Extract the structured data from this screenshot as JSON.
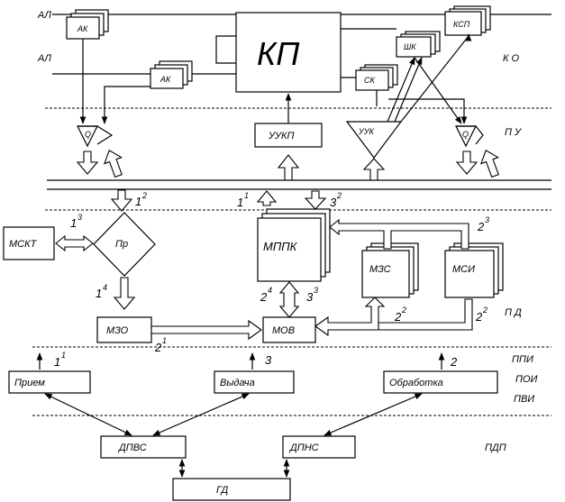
{
  "lines_left": {
    "al1": "АЛ",
    "al2": "АЛ"
  },
  "blocks": {
    "ak1": "АК",
    "ak2": "АК",
    "kp": "КП",
    "ksp": "КСП",
    "shk": "ШК",
    "sk": "СК",
    "uukp": "УУКП",
    "uuk": "УУК",
    "q_left": "Q",
    "q_right": "Q",
    "pr": "Пр",
    "mskt": "МСКТ",
    "mppk": "МППК",
    "mzs": "МЗС",
    "msi": "МСИ",
    "mzo": "МЗО",
    "mov": "МОВ",
    "priem": "Прием",
    "vydacha": "Выдача",
    "obrabotka": "Обработка",
    "dpvs": "ДПВС",
    "dpns": "ДПНС",
    "gd": "ГД"
  },
  "levels": {
    "ko": "К О",
    "pu": "П У",
    "pd": "П Д",
    "ppi": "ППИ",
    "poi": "ПОИ",
    "pvi": "ПВИ",
    "pdp": "ПДП"
  },
  "marks": {
    "m1_2": {
      "base": "1",
      "sup": "2"
    },
    "m1_3": {
      "base": "1",
      "sup": "3"
    },
    "m1_4": {
      "base": "1",
      "sup": "4"
    },
    "m1_1a": {
      "base": "1",
      "sup": "1"
    },
    "m3_2": {
      "base": "3",
      "sup": "2"
    },
    "m2_3": {
      "base": "2",
      "sup": "3"
    },
    "m2_4": {
      "base": "2",
      "sup": "4"
    },
    "m3_3": {
      "base": "3",
      "sup": "3"
    },
    "m2_2a": {
      "base": "2",
      "sup": "2"
    },
    "m2_2b": {
      "base": "2",
      "sup": "2"
    },
    "m2_1": {
      "base": "2",
      "sup": "1"
    },
    "m1_1b": {
      "base": "1",
      "sup": "1"
    },
    "m3": "3",
    "m2": "2"
  }
}
